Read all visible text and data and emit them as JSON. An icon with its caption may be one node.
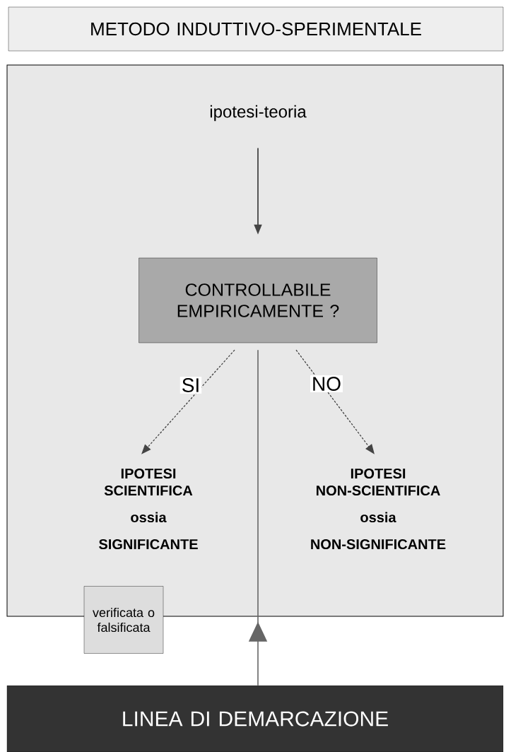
{
  "diagram": {
    "nodes": [
      {
        "text": [
          "METODO INDUTTIVO-SPERIMENTALE"
        ]
      },
      {
        "text": [],
        "shape": "box"
      },
      {
        "text": [
          "ipotesi-teoria"
        ],
        "in": 1
      },
      {
        "text": [
          "CONTROLLABILE EMPIRICAMENTE ?"
        ],
        "in": 1
      },
      {
        "text": [
          "IPOTESI SCIENTIFICA",
          "ossia",
          "SIGNIFICANTE"
        ],
        "in": 1
      },
      {
        "text": [
          "IPOTESI NON-SCIENTIFICA",
          "ossia",
          "NON-SIGNIFICANTE"
        ],
        "in": 1
      },
      {
        "text": [
          "verificata o falsificata"
        ]
      },
      {
        "text": [
          "LINEA DI DEMARCAZIONE"
        ]
      }
    ],
    "edges": [
      {
        "from": 2,
        "to": 3,
        "arrow": "to"
      },
      {
        "from": 3,
        "to": 4,
        "arrow": "to",
        "label": "SI",
        "style": "dashed"
      },
      {
        "from": 3,
        "to": 5,
        "arrow": "to",
        "label": "NO",
        "style": "dashed"
      },
      {
        "from": 7,
        "to": 3,
        "arrow": "to",
        "color": "#666666"
      }
    ]
  }
}
